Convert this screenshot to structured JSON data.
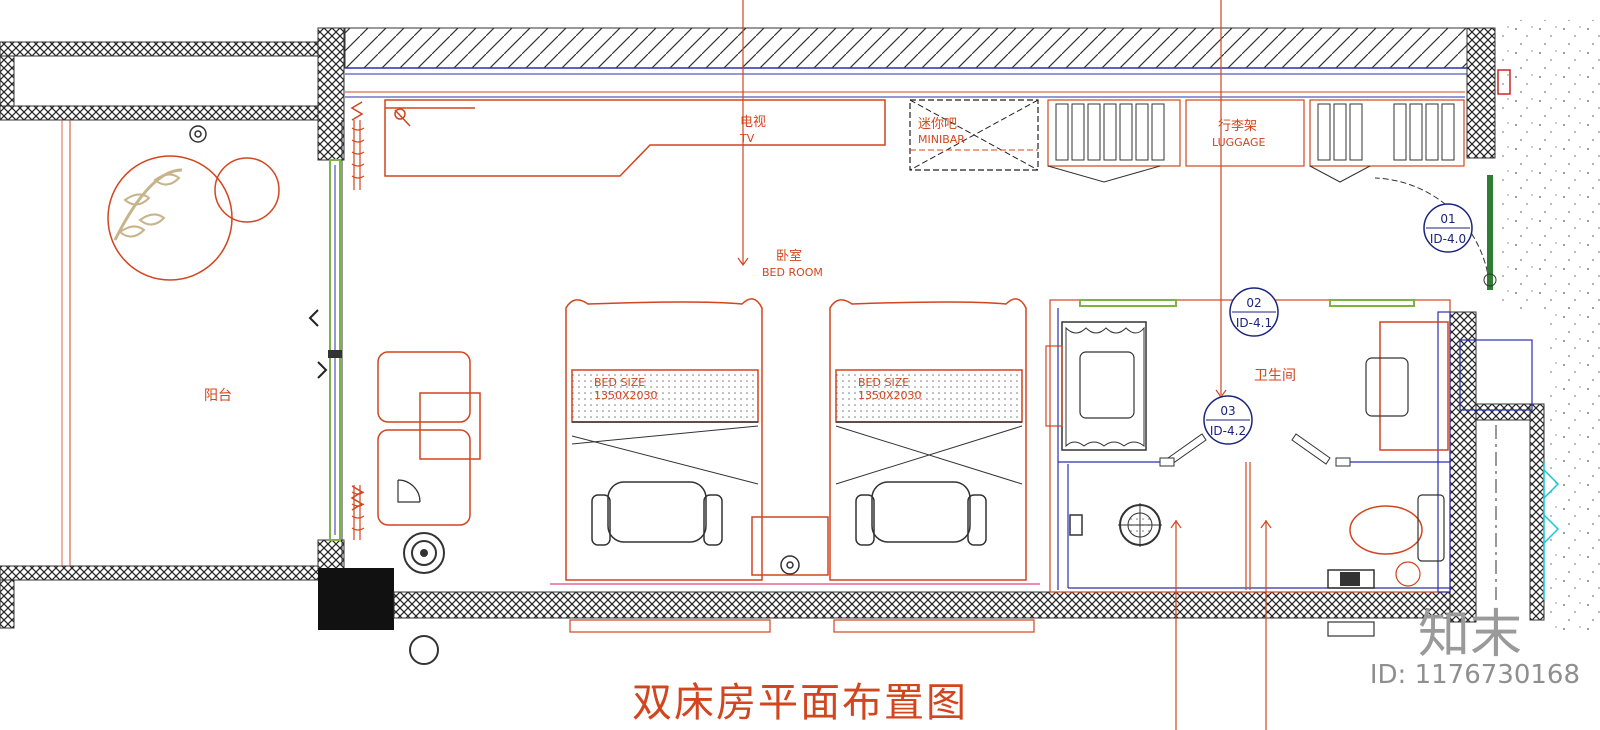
{
  "labels": {
    "tv_cn": "电视",
    "tv_en": "TV",
    "minibar_cn": "迷你吧",
    "minibar_en": "MINIBAR",
    "luggage_cn": "行李架",
    "luggage_en": "LUGGAGE",
    "bedroom_cn": "卧室",
    "bedroom_en": "BED ROOM",
    "balcony": "阳台",
    "bathroom": "卫生间",
    "bed_size_1": "BED SIZE",
    "bed_size_1_dim": "1350X2030",
    "bed_size_2": "BED SIZE",
    "bed_size_2_dim": "1350X2030"
  },
  "callouts": [
    {
      "num": "01",
      "ref": "ID-4.0"
    },
    {
      "num": "02",
      "ref": "ID-4.1"
    },
    {
      "num": "03",
      "ref": "ID-4.2"
    }
  ],
  "title": "双床房平面布置图",
  "watermark": {
    "logo": "知末",
    "id": "ID: 1176730168"
  },
  "colors": {
    "wall": "#333333",
    "furniture_red": "#d2451e",
    "outline_blue": "#2b2fb0",
    "accent_green": "#7cb342",
    "cyan": "#17c7d8"
  }
}
